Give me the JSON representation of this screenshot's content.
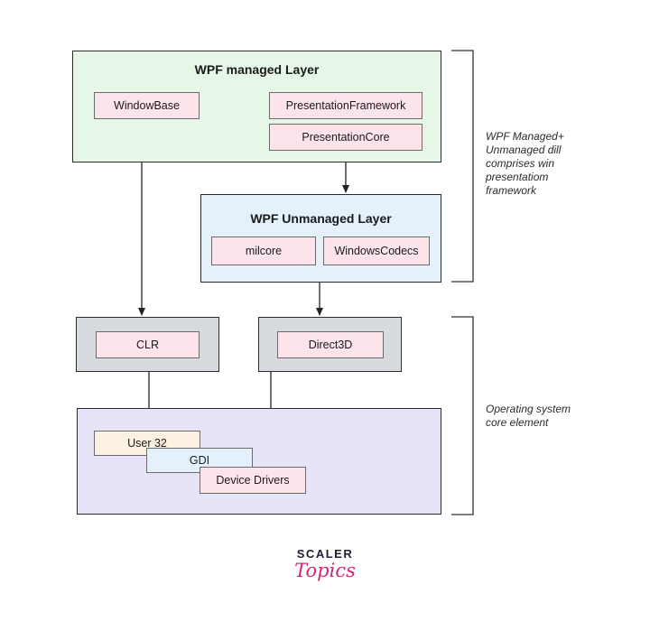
{
  "managed_layer": {
    "title": "WPF managed Layer",
    "components": [
      "WindowBase",
      "PresentationFramework",
      "PresentationCore"
    ]
  },
  "unmanaged_layer": {
    "title": "WPF Unmanaged Layer",
    "components": [
      "milcore",
      "WindowsCodecs"
    ]
  },
  "os_layer": {
    "clr": "CLR",
    "direct3d": "Direct3D",
    "stack": [
      "User 32",
      "GDI",
      "Device Drivers"
    ]
  },
  "annotations": {
    "wpf_note": "WPF Managed+\nUnmanaged dill\ncomprises win\npresentatiom\nframework",
    "os_note": "Operating system\ncore element"
  },
  "logo": {
    "top": "SCALER",
    "bottom": "Topics"
  },
  "colors": {
    "managed_bg": "#e6f7e8",
    "unmanaged_bg": "#e4f1fb",
    "os_container_bg": "#d7dbe0",
    "os_bottom_bg": "#e8e4f7",
    "component_bg": "#fde3ea",
    "user32_bg": "#fdf2e2",
    "gdi_bg": "#e4f1fb",
    "logo_accent": "#d2267c"
  }
}
